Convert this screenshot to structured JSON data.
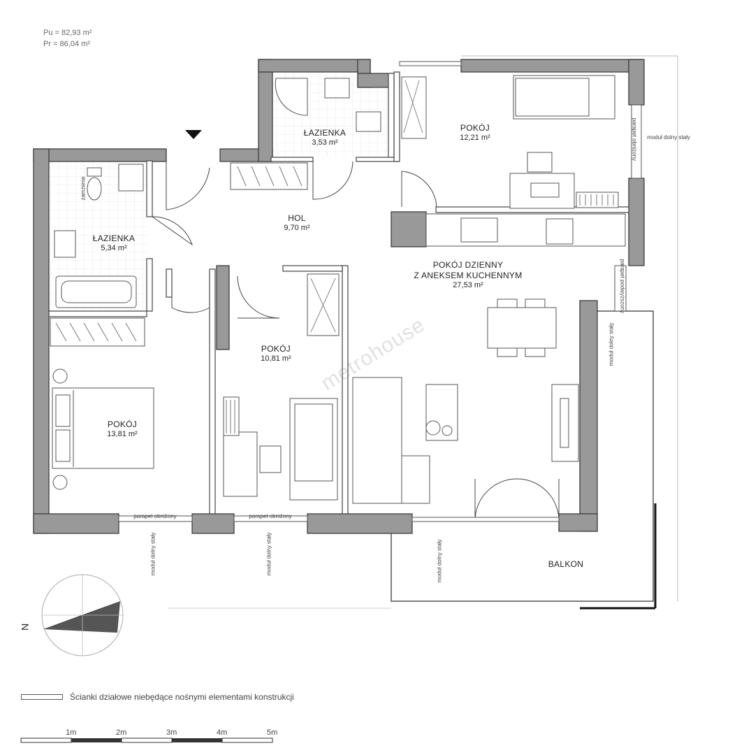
{
  "summary": {
    "pu": "Pu = 82,93 m²",
    "pr": "Pr = 86,04 m²"
  },
  "rooms": {
    "bath_upper": {
      "name": "ŁAZIENKA",
      "area": "3,53 m²"
    },
    "bedroom_ne": {
      "name": "POKÓJ",
      "area": "12,21 m²"
    },
    "hall": {
      "name": "HOL",
      "area": "9,70 m²"
    },
    "bath_left": {
      "name": "ŁAZIENKA",
      "area": "5,34 m²"
    },
    "living": {
      "line1": "POKÓJ DZIENNY",
      "line2": "Z ANEKSEM KUCHENNYM",
      "area": "27,53 m²"
    },
    "bedroom_mid": {
      "name": "POKÓJ",
      "area": "10,81 m²"
    },
    "bedroom_sw": {
      "name": "POKÓJ",
      "area": "13,81 m²"
    },
    "balcony": {
      "name": "BALKON"
    }
  },
  "notes": {
    "lowered_ceiling": "zamżenie",
    "parapet_lowered": "parapet obniżony",
    "parapet_raised": "parapet podwyższony",
    "module_fixed": "moduł dolny stały"
  },
  "compass": {
    "letter": "N"
  },
  "watermark": "metrohouse",
  "legend": {
    "text": "Ścianki działowe niebędące nośnymi elementami konstrukcji"
  },
  "scale": {
    "labels": [
      "1m",
      "2m",
      "3m",
      "4m",
      "5m"
    ]
  }
}
